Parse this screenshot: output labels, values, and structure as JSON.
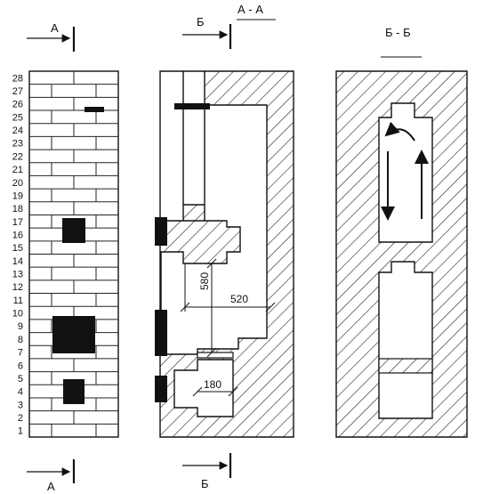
{
  "section_markers": {
    "a_top": "А",
    "a_bottom": "А",
    "b_top": "Б",
    "b_bottom": "Б"
  },
  "titles": {
    "section_aa": "А - А",
    "section_bb": "Б - Б"
  },
  "row_numbers": [
    "28",
    "27",
    "26",
    "25",
    "24",
    "23",
    "22",
    "21",
    "20",
    "19",
    "18",
    "17",
    "16",
    "15",
    "14",
    "13",
    "12",
    "11",
    "10",
    "9",
    "8",
    "7",
    "6",
    "5",
    "4",
    "3",
    "2",
    "1"
  ],
  "dimensions": {
    "height_580": "580",
    "width_520": "520",
    "width_180": "180"
  },
  "colors": {
    "ink": "#111111",
    "paper": "#ffffff"
  }
}
